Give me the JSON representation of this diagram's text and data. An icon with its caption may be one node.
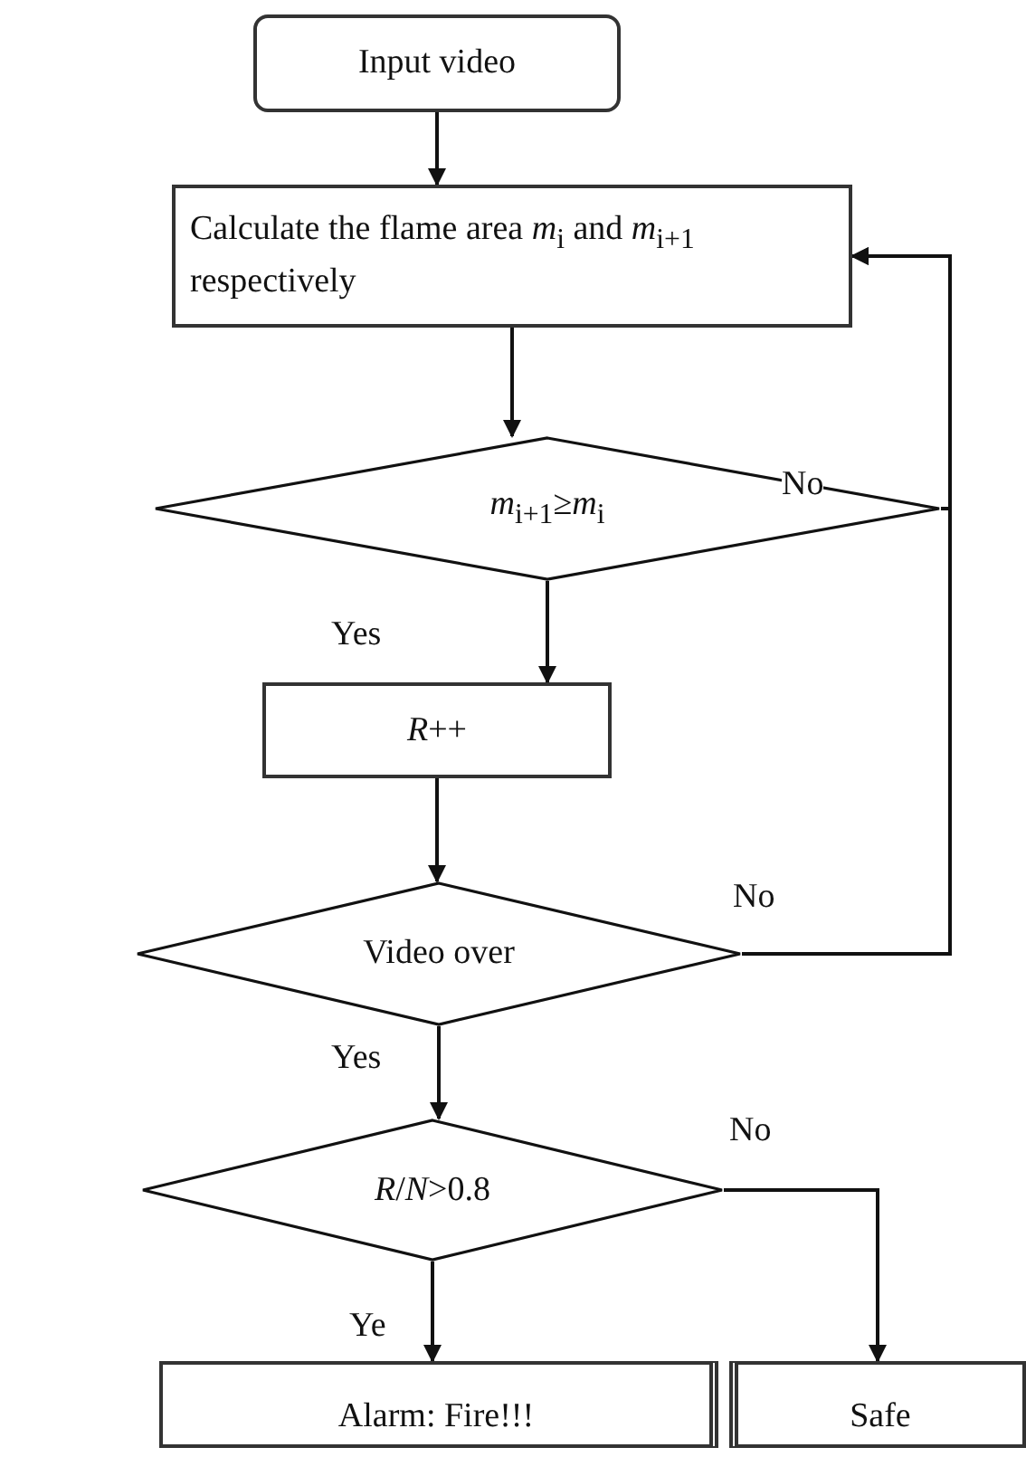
{
  "diagram": {
    "nodes": [
      {
        "text": [
          "Input video"
        ]
      },
      {
        "text": [
          "Calculate the flame area *m*$_{i}$ and *m*$_{i+1}$ respectively"
        ]
      },
      {
        "text": [
          "*m*$_{i+1}$≥*m*$_{i}$"
        ]
      },
      {
        "text": [
          "*R*++"
        ]
      },
      {
        "text": [
          "Video over"
        ]
      },
      {
        "text": [
          "*R*/*N*>0.8"
        ]
      },
      {
        "text": [
          "Alarm: Fire!!!"
        ]
      },
      {
        "text": [
          "Safe"
        ]
      }
    ],
    "edges": [
      {
        "from": 0,
        "to": 1,
        "arrow": "to"
      },
      {
        "from": 1,
        "to": 2,
        "arrow": "to"
      },
      {
        "from": 2,
        "to": 3,
        "arrow": "to",
        "label": "Yes"
      },
      {
        "from": 2,
        "to": 1,
        "arrow": "to",
        "label": "No"
      },
      {
        "from": 3,
        "to": 4,
        "arrow": "to"
      },
      {
        "from": 4,
        "to": 1,
        "arrow": "to",
        "label": "No"
      },
      {
        "from": 4,
        "to": 5,
        "arrow": "to",
        "label": "Yes"
      },
      {
        "from": 5,
        "to": 6,
        "arrow": "to",
        "label": "Ye"
      },
      {
        "from": 5,
        "to": 7,
        "arrow": "to",
        "label": "No"
      }
    ]
  }
}
